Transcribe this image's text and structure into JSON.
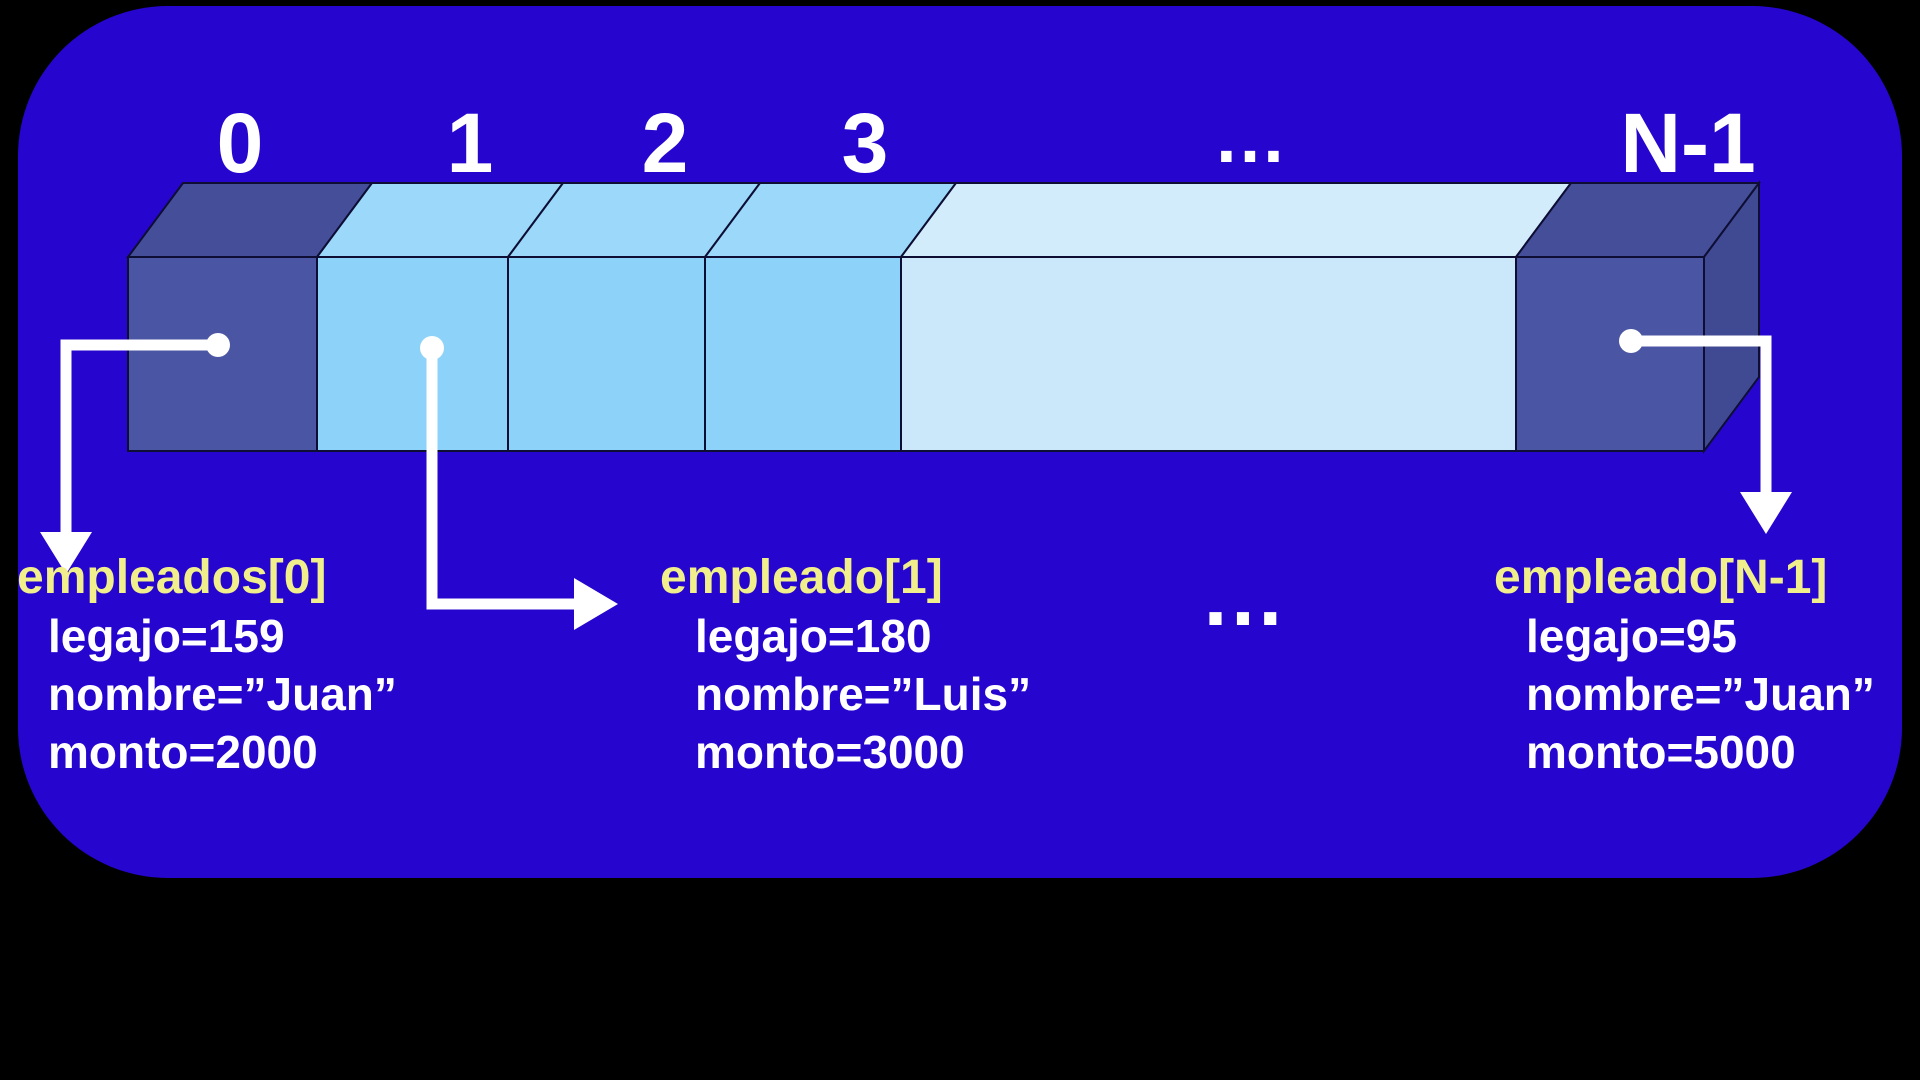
{
  "panel": {
    "bg_color": "#2606CE",
    "outer_bg": "#000000"
  },
  "array": {
    "index_labels": [
      "0",
      "1",
      "2",
      "3",
      "…",
      "N-1"
    ],
    "colors": {
      "dark_front": "#4A55A3",
      "dark_top": "#454F99",
      "dark_side": "#3F4A92",
      "light_front": "#8DD2F8",
      "light_top": "#9BD8F9",
      "pale_front": "#CBE8FB",
      "pale_top": "#D3ECFB",
      "outline": "#0E0E35"
    }
  },
  "ellipsis_mid": "…",
  "blocks": [
    {
      "header": "empleados[0]",
      "lines": [
        "legajo=159",
        "nombre=”Juan”",
        "monto=2000"
      ]
    },
    {
      "header": "empleado[1]",
      "lines": [
        "legajo=180",
        "nombre=”Luis”",
        "monto=3000"
      ]
    },
    {
      "header": "empleado[N-1]",
      "lines": [
        "legajo=95",
        "nombre=”Juan”",
        "monto=5000"
      ]
    }
  ],
  "colors": {
    "header_text": "#F0EF8C",
    "body_text": "#FFFFFF",
    "arrow": "#FFFFFF"
  }
}
